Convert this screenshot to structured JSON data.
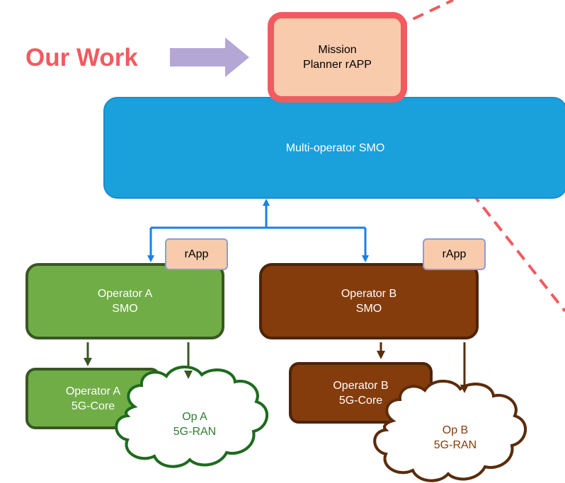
{
  "our_work": "Our Work",
  "mission": {
    "line1": "Mission",
    "line2": "Planner rAPP"
  },
  "smo": "Multi-operator SMO",
  "rapp_a": "rApp",
  "rapp_b": "rApp",
  "op_a_smo": {
    "line1": "Operator A",
    "line2": "SMO"
  },
  "op_b_smo": {
    "line1": "Operator B",
    "line2": "SMO"
  },
  "op_a_core": {
    "line1": "Operator A",
    "line2": "5G-Core"
  },
  "op_b_core": {
    "line1": "Operator B",
    "line2": "5G-Core"
  },
  "op_a_ran": {
    "line1": "Op A",
    "line2": "5G-RAN"
  },
  "op_b_ran": {
    "line1": "Op B",
    "line2": "5G-RAN"
  },
  "colors": {
    "highlight": "#f25a5f",
    "smo_blue": "#1aa0db",
    "peach": "#f8cbad",
    "green": "#70ad47",
    "dark_green": "#385723",
    "brown": "#843c0c",
    "arrow_purple": "#b4a7d6",
    "link_blue": "#1a7fe8"
  }
}
